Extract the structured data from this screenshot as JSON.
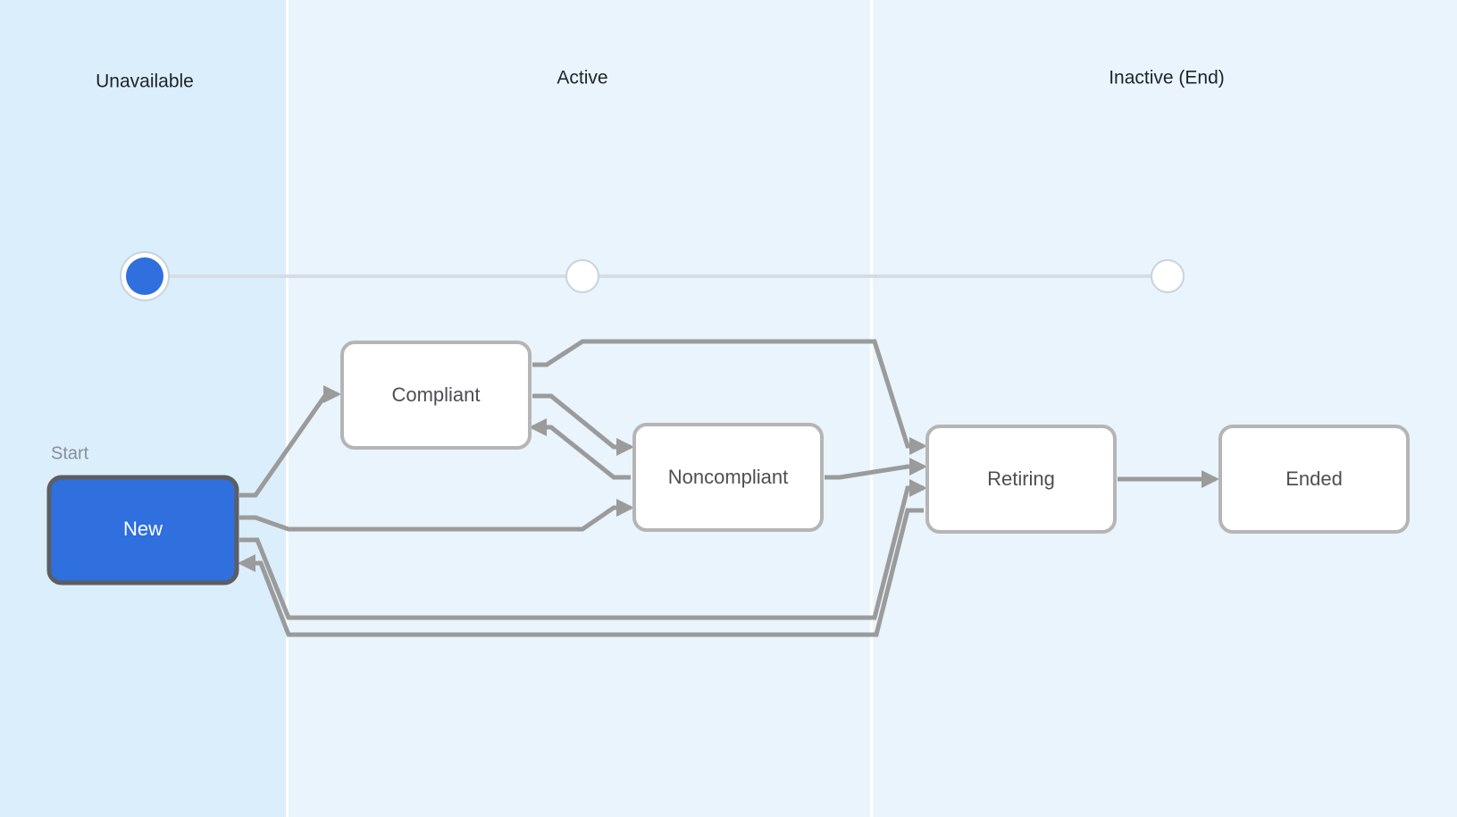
{
  "lanes": [
    {
      "title": "Unavailable",
      "color": "#dbeefb"
    },
    {
      "title": "Active",
      "color": "#e9f4fc"
    },
    {
      "title": "Inactive (End)",
      "color": "#e9f4fc"
    }
  ],
  "stepper": {
    "current_step": 1,
    "total_steps": 3,
    "active_color": "#2f6fde"
  },
  "start_label": "Start",
  "nodes": {
    "new": {
      "label": "New",
      "active": true
    },
    "compliant": {
      "label": "Compliant",
      "active": false
    },
    "noncompliant": {
      "label": "Noncompliant",
      "active": false
    },
    "retiring": {
      "label": "Retiring",
      "active": false
    },
    "ended": {
      "label": "Ended",
      "active": false
    }
  },
  "transitions": [
    {
      "from": "New",
      "to": "Compliant"
    },
    {
      "from": "New",
      "to": "Noncompliant"
    },
    {
      "from": "New",
      "to": "Retiring"
    },
    {
      "from": "Compliant",
      "to": "Noncompliant"
    },
    {
      "from": "Noncompliant",
      "to": "Compliant"
    },
    {
      "from": "Compliant",
      "to": "Retiring"
    },
    {
      "from": "Noncompliant",
      "to": "Retiring"
    },
    {
      "from": "Retiring",
      "to": "New"
    },
    {
      "from": "Retiring",
      "to": "Ended"
    }
  ],
  "colors": {
    "edge": "#9b9b9b",
    "node_border": "#b5b5b5",
    "active_node": "#2f6fde"
  }
}
